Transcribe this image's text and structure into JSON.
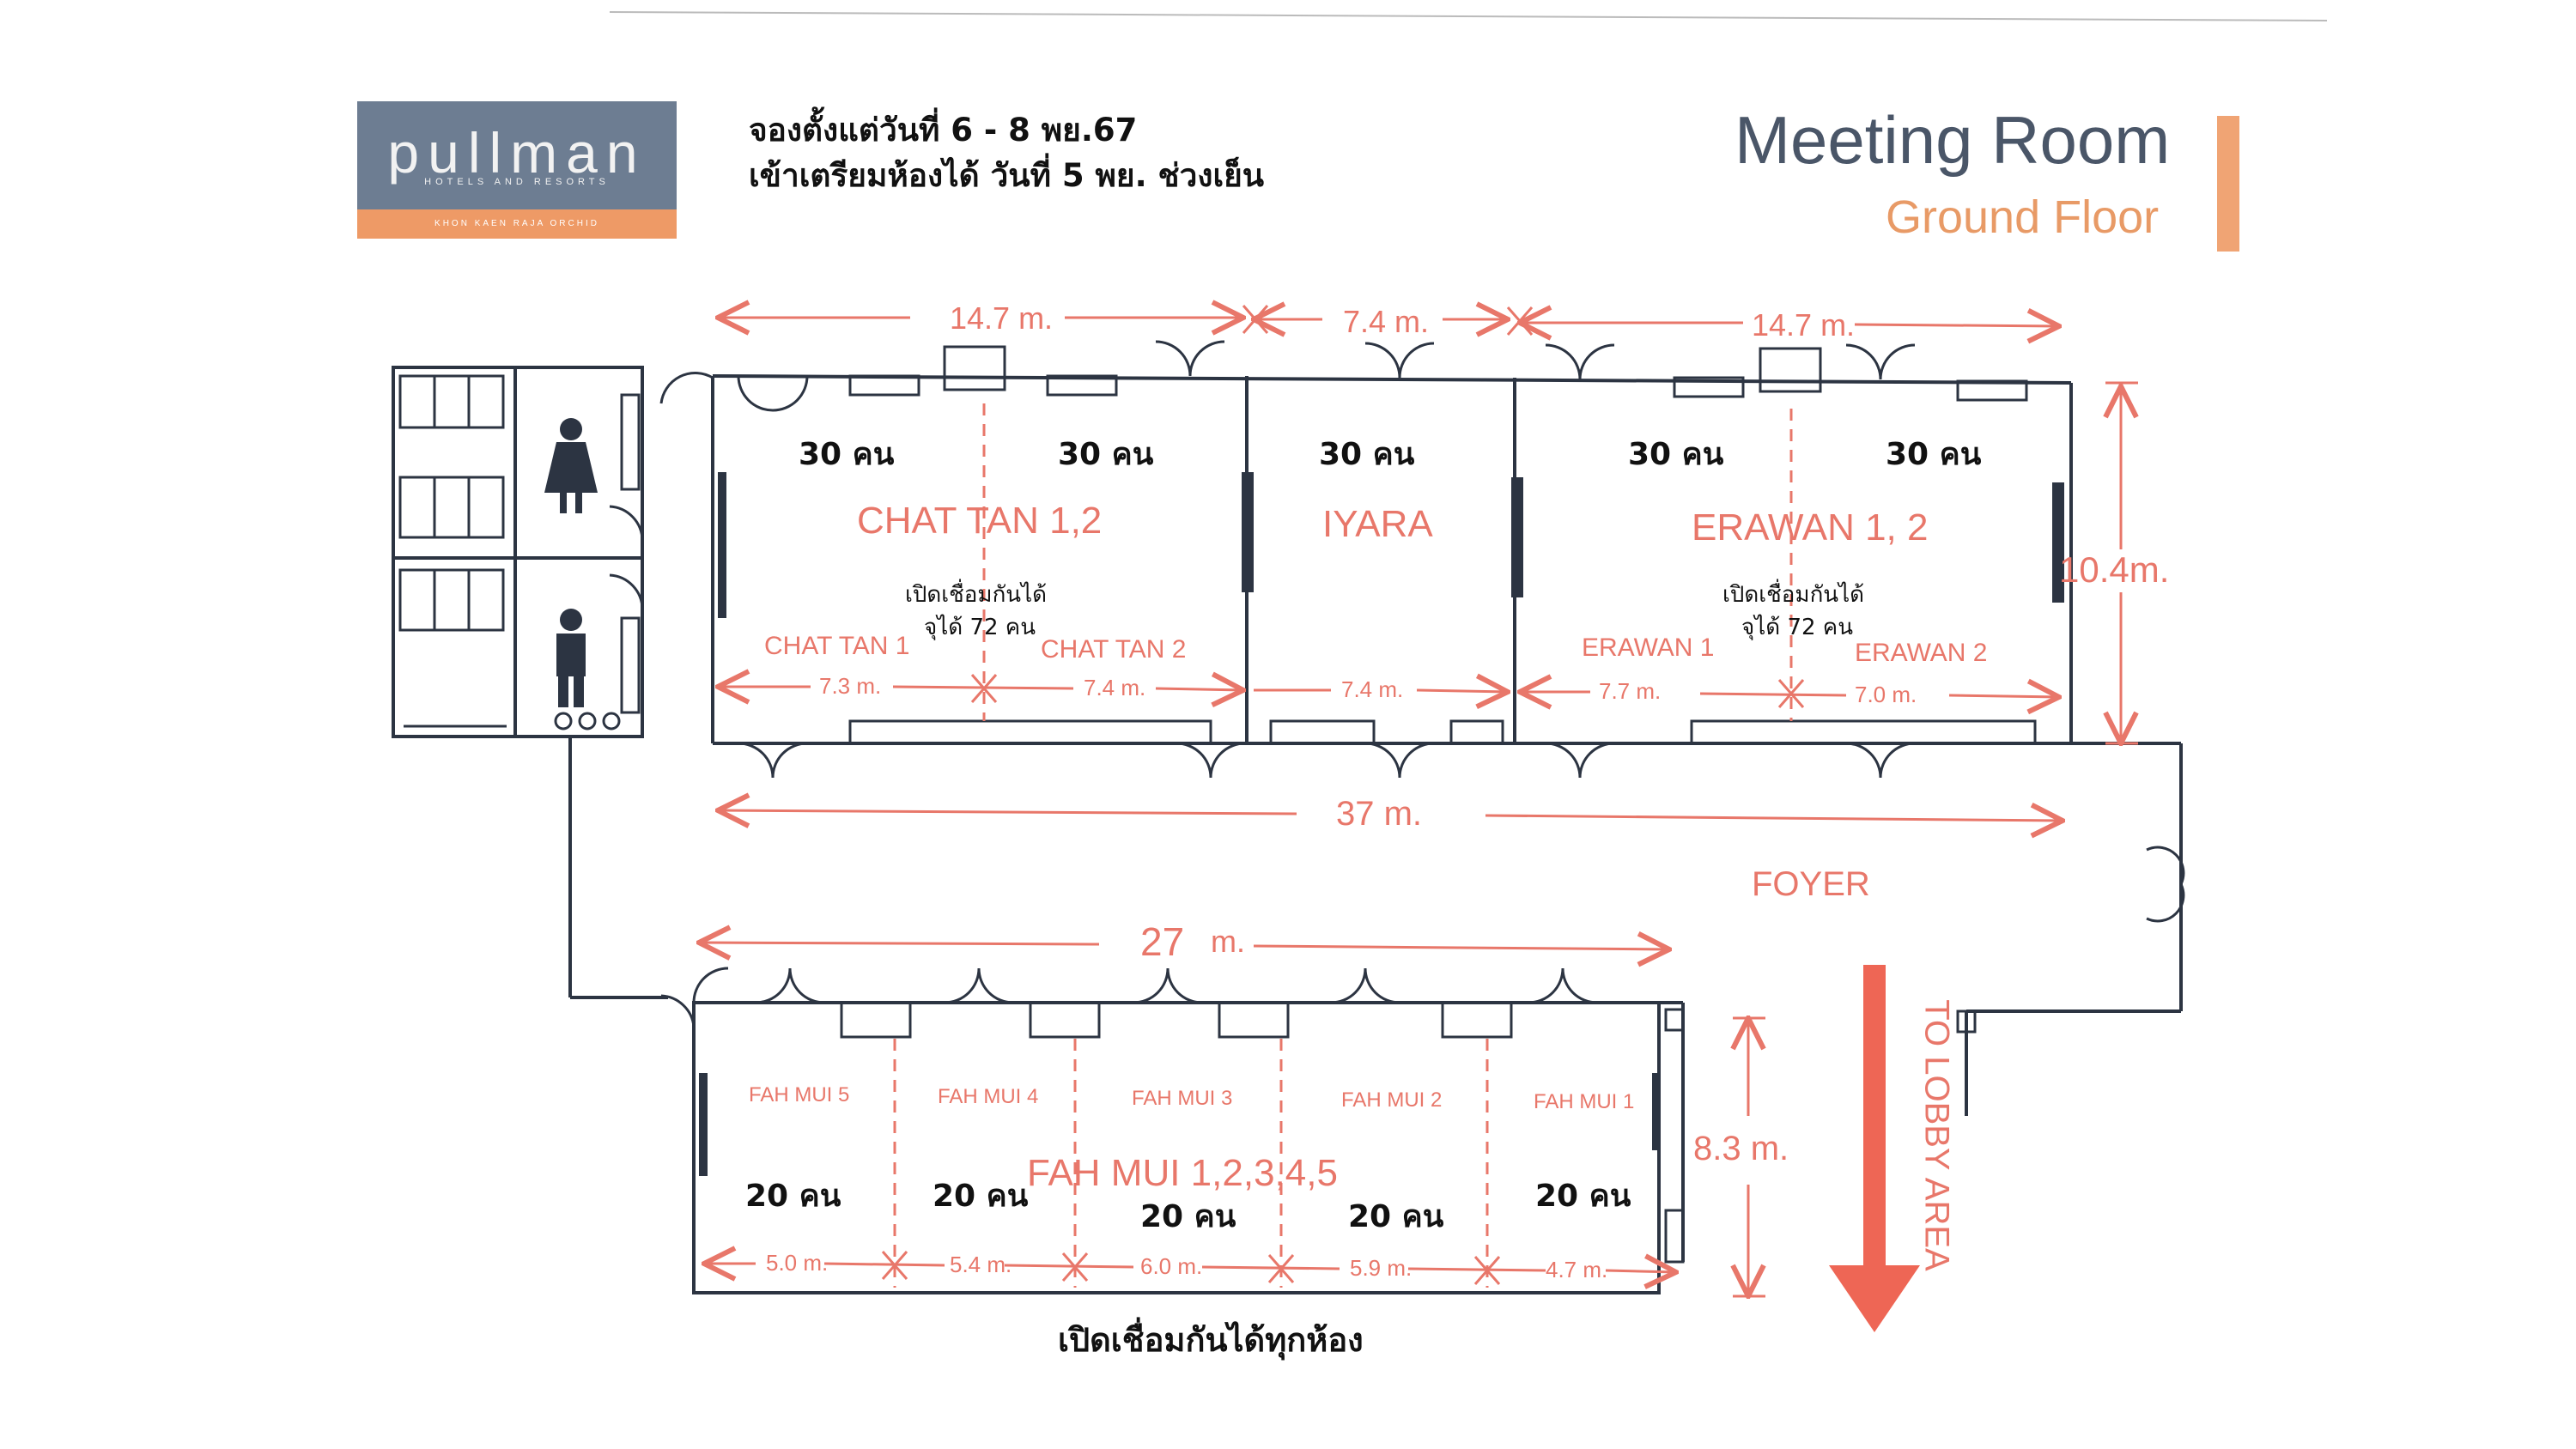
{
  "logo": {
    "brand": "pullman",
    "subtitle": "HOTELS AND RESORTS",
    "location": "KHON KAEN RAJA ORCHID"
  },
  "notice": {
    "line1": "จองตั้งแต่วันที่ 6 - 8 พย.67",
    "line2": "เข้าเตรียมห้องได้ วันที่ 5 พย. ช่วงเย็น"
  },
  "header": {
    "title": "Meeting Room",
    "floor": "Ground Floor"
  },
  "colors": {
    "accent": "#e8776a",
    "logo_bg": "#6d7d92",
    "logo_band": "#ee9a66",
    "wall": "#2c3442",
    "title": "#4a5668",
    "floor_text": "#e89a66",
    "arrow": "#ee6655"
  },
  "rooms": {
    "chattan": {
      "name": "CHAT TAN 1,2",
      "sub1": "CHAT TAN 1",
      "sub2": "CHAT TAN 2",
      "cap1": "30 คน",
      "cap2": "30 คน",
      "note1": "เปิดเชื่อมกันได้",
      "note2": "จุได้ 72 คน",
      "width": "14.7 m.",
      "d1": "7.3 m.",
      "d2": "7.4 m."
    },
    "iyara": {
      "name": "IYARA",
      "cap": "30 คน",
      "width": "7.4 m.",
      "d1": "7.4 m."
    },
    "erawan": {
      "name": "ERAWAN 1, 2",
      "sub1": "ERAWAN 1",
      "sub2": "ERAWAN 2",
      "cap1": "30 คน",
      "cap2": "30 คน",
      "note1": "เปิดเชื่อมกันได้",
      "note2": "จุได้ 72 คน",
      "width": "14.7 m.",
      "d1": "7.7 m.",
      "d2": "7.0 m."
    },
    "fahmui": {
      "name": "FAH MUI 1,2,3,4,5",
      "subs": [
        "FAH MUI 5",
        "FAH MUI 4",
        "FAH MUI 3",
        "FAH MUI 2",
        "FAH MUI 1"
      ],
      "caps": [
        "20 คน",
        "20 คน",
        "20 คน",
        "20 คน",
        "20 คน"
      ],
      "dims": [
        "5.0 m.",
        "5.4 m.",
        "6.0 m.",
        "5.9 m.",
        "4.7 m."
      ],
      "width": "27",
      "width_unit": "m.",
      "height": "8.3 m.",
      "note": "เปิดเชื่อมกันได้ทุกห้อง"
    }
  },
  "dims": {
    "total": "37 m.",
    "height": "10.4m."
  },
  "labels": {
    "foyer": "FOYER",
    "lobby": "TO LOBBY AREA"
  }
}
